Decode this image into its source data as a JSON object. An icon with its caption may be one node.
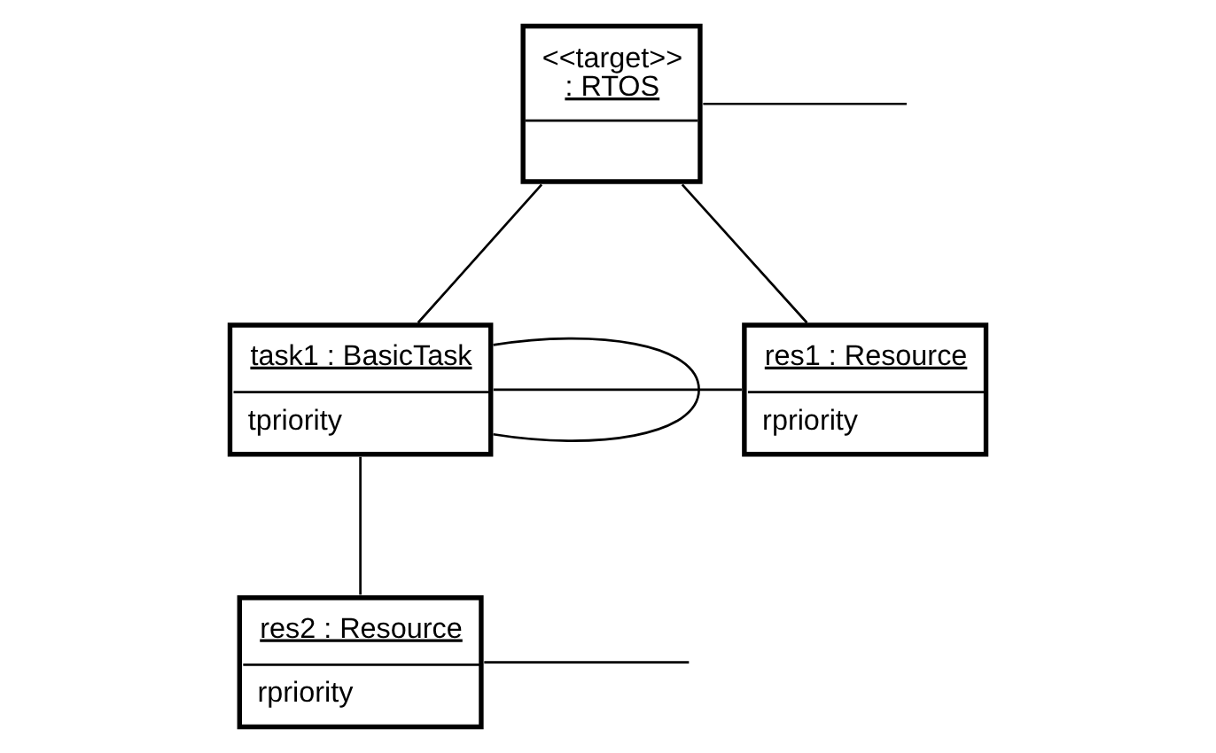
{
  "diagram": {
    "nodes": [
      {
        "text": [
          "<<target>>",
          ": RTOS"
        ]
      },
      {
        "text": [
          "task1 : BasicTask",
          "tpriority"
        ]
      },
      {
        "text": [
          "res1 : Resource",
          "rpriority"
        ]
      },
      {
        "text": [
          "res2 : Resource",
          "rpriority"
        ]
      }
    ],
    "edges": [
      {
        "from": 0,
        "to": 1,
        "arrow": "none"
      },
      {
        "from": 1,
        "to": 2,
        "arrow": "none"
      },
      {
        "from": 2,
        "to": 0,
        "arrow": "none"
      },
      {
        "from": 1,
        "to": 1,
        "arrow": "none"
      },
      {
        "from": 1,
        "to": 3,
        "arrow": "none"
      },
      {
        "from": 0,
        "to": null,
        "arrow": "none"
      },
      {
        "from": 3,
        "to": null,
        "arrow": "none"
      }
    ]
  }
}
